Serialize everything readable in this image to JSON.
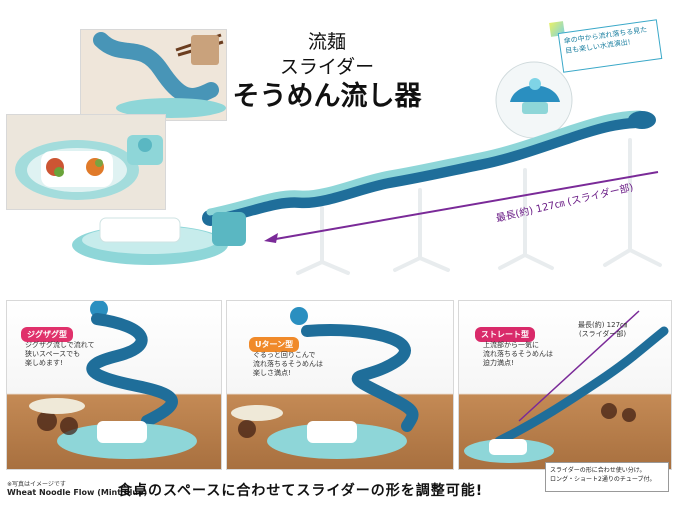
{
  "title": {
    "line1": "流麺",
    "line2": "スライダー",
    "line3": "そうめん流し器"
  },
  "callout": {
    "text": "傘の中から流れ落ちる見た目も楽しい水流演出!"
  },
  "length_label": "最長(約) 127㎝ (スライダー部)",
  "badges": {
    "zigzag": {
      "label": "ジグザグ型",
      "text": "ジグザグ流しで流れて\n狭いスペースでも\n楽しめます!"
    },
    "uturn": {
      "label": "Uターン型",
      "text": "ぐるっと回りこんで\n流れ落ちるそうめんは\n楽しさ満点!"
    },
    "straight": {
      "label": "ストレート型",
      "text": "上流部から一気に\n流れ落ちるそうめんは\n迫力満点!"
    }
  },
  "inset_length": "最長(約) 127㎝\n(スライダー部)",
  "caption_note": "※写真はイメージです",
  "product_name": "Wheat Noodle Flow (Mint blue)",
  "bottom_headline": "食卓のスペースに合わせてスライダーの形を調整可能!",
  "note_box": "スライダーの形に合わせ使い分け。\nロング・ショート2通りのチューブ付。",
  "colors": {
    "mint": "#8ed6d8",
    "navy": "#1f6e9a",
    "arrow": "#7a2a98",
    "zigzag_badge": "#e0316b",
    "uturn_badge": "#f08a2a",
    "straight_badge": "#d92a6a"
  }
}
